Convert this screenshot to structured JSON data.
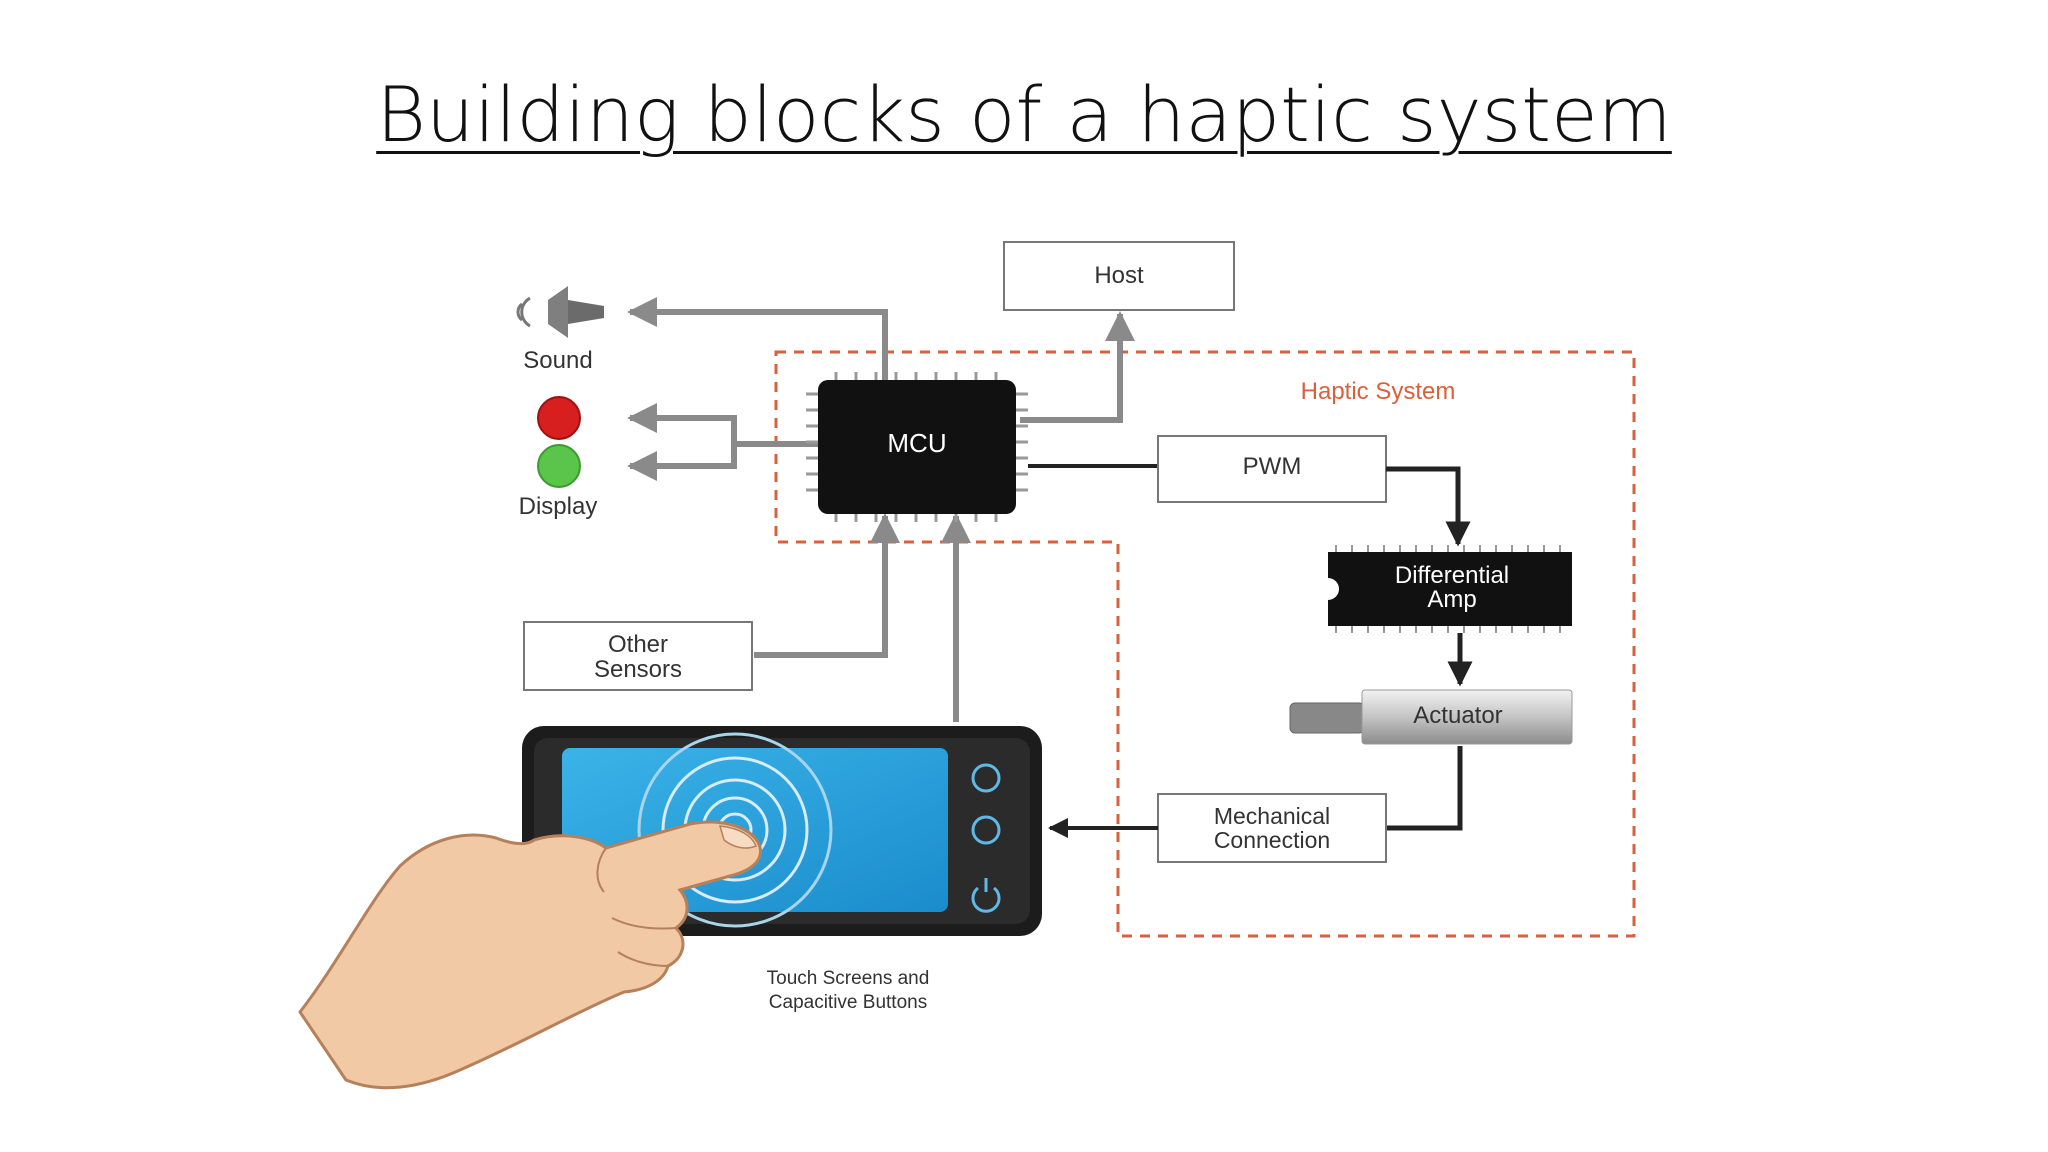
{
  "slide": {
    "title": "Building blocks of a haptic system"
  },
  "diagram": {
    "haptic_system_label": "Haptic System",
    "blocks": {
      "host": "Host",
      "mcu": "MCU",
      "pwm": "PWM",
      "diff_amp_line1": "Differential",
      "diff_amp_line2": "Amp",
      "actuator": "Actuator",
      "mech_line1": "Mechanical",
      "mech_line2": "Connection",
      "sensors_line1": "Other",
      "sensors_line2": "Sensors"
    },
    "outputs": {
      "sound": "Sound",
      "display": "Display"
    },
    "touch_caption_line1": "Touch Screens and",
    "touch_caption_line2": "Capacitive Buttons",
    "icons": [
      "speaker-icon",
      "red-led-icon",
      "green-led-icon",
      "power-icon",
      "hand-icon"
    ],
    "colors": {
      "haptic_border": "#d9603a",
      "chip": "#111111",
      "screen": "#2aa4dc",
      "arrow": "#8a8a8a"
    }
  }
}
